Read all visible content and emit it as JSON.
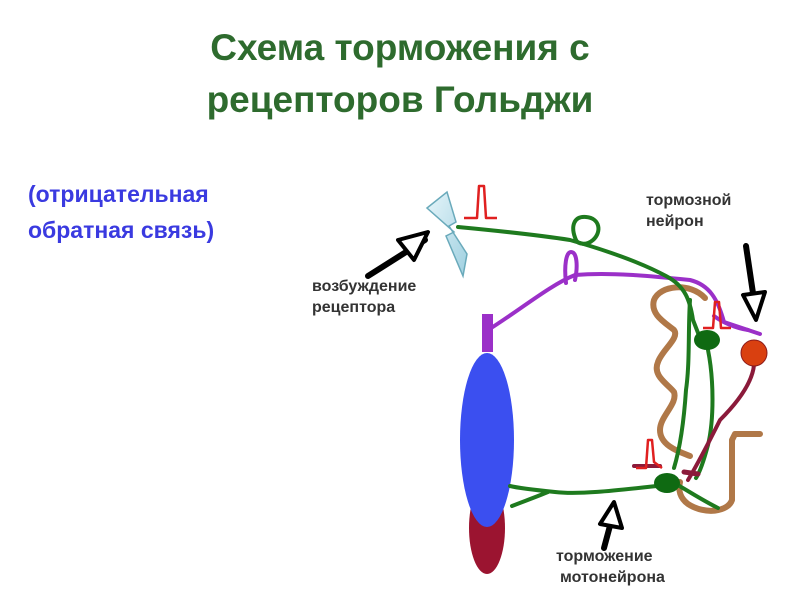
{
  "title": {
    "line1": "Схема торможения с",
    "line2": "рецепторов Гольджи"
  },
  "subtitle": {
    "line1": "(отрицательная",
    "line2": "обратная связь)"
  },
  "labels": {
    "receptor_excitation": {
      "line1": "возбуждение",
      "line2": "рецептора"
    },
    "inhibitory_neuron": {
      "line1": "тормозной",
      "line2": "нейрон"
    },
    "motoneuron_inhibition": {
      "line1": "торможение",
      "line2": "мотонейрона"
    }
  },
  "colors": {
    "title": "#2e6b2e",
    "subtitle": "#3a3ae0",
    "green_fiber": "#1e7a1e",
    "purple_fiber": "#9b30c8",
    "brown_outline": "#b07848",
    "dark_red_fiber": "#8b1a3a",
    "muscle_blue": "#3b4ff0",
    "muscle_tendon": "#9b1430",
    "inhibitory_neuron": "#d94010",
    "spike": "#e02020",
    "receptor": "#bfe3ee"
  }
}
